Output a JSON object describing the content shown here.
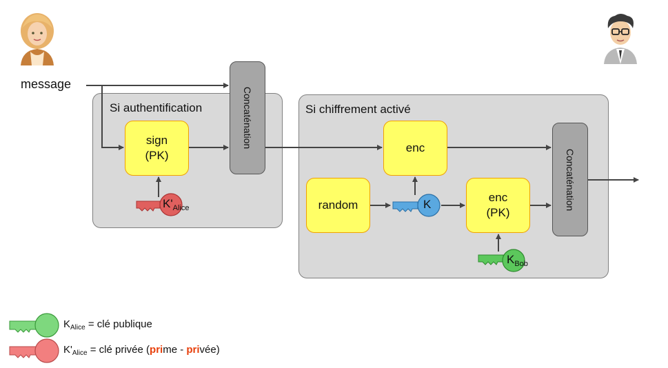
{
  "actors": {
    "alice": "alice-avatar",
    "bob": "bob-avatar"
  },
  "input_label": "message",
  "auth_group": {
    "title": "Si authentification",
    "sign_box": "sign\n(PK)",
    "concat_label": "Concaténation",
    "key": {
      "main": "K'",
      "sub": "Alice",
      "color": "#e0605e"
    }
  },
  "enc_group": {
    "title": "Si chiffrement activé",
    "enc_box": "enc",
    "random_box": "random",
    "sym_key": {
      "main": "K",
      "color": "#5aa8e0"
    },
    "enc_pk_box": "enc\n(PK)",
    "concat_label": "Concaténation",
    "bob_key": {
      "main": "K",
      "sub": "Bob",
      "color": "#5cc85c"
    }
  },
  "legend": {
    "public": {
      "main": "K",
      "sub": "Alice",
      "rest": " = clé publique",
      "color": "#7ed87e"
    },
    "private": {
      "main": "K'",
      "sub": "Alice",
      "rest1": " = clé privée (",
      "hl1": "pri",
      "rest2": "me - ",
      "hl2": "pri",
      "rest3": "vée)",
      "color": "#f27f7f"
    }
  },
  "colors": {
    "yellow_box": "#ffff66",
    "group_bg": "#d9d9d9",
    "concat_bg": "#a6a6a6",
    "highlight": "#e8400c"
  }
}
